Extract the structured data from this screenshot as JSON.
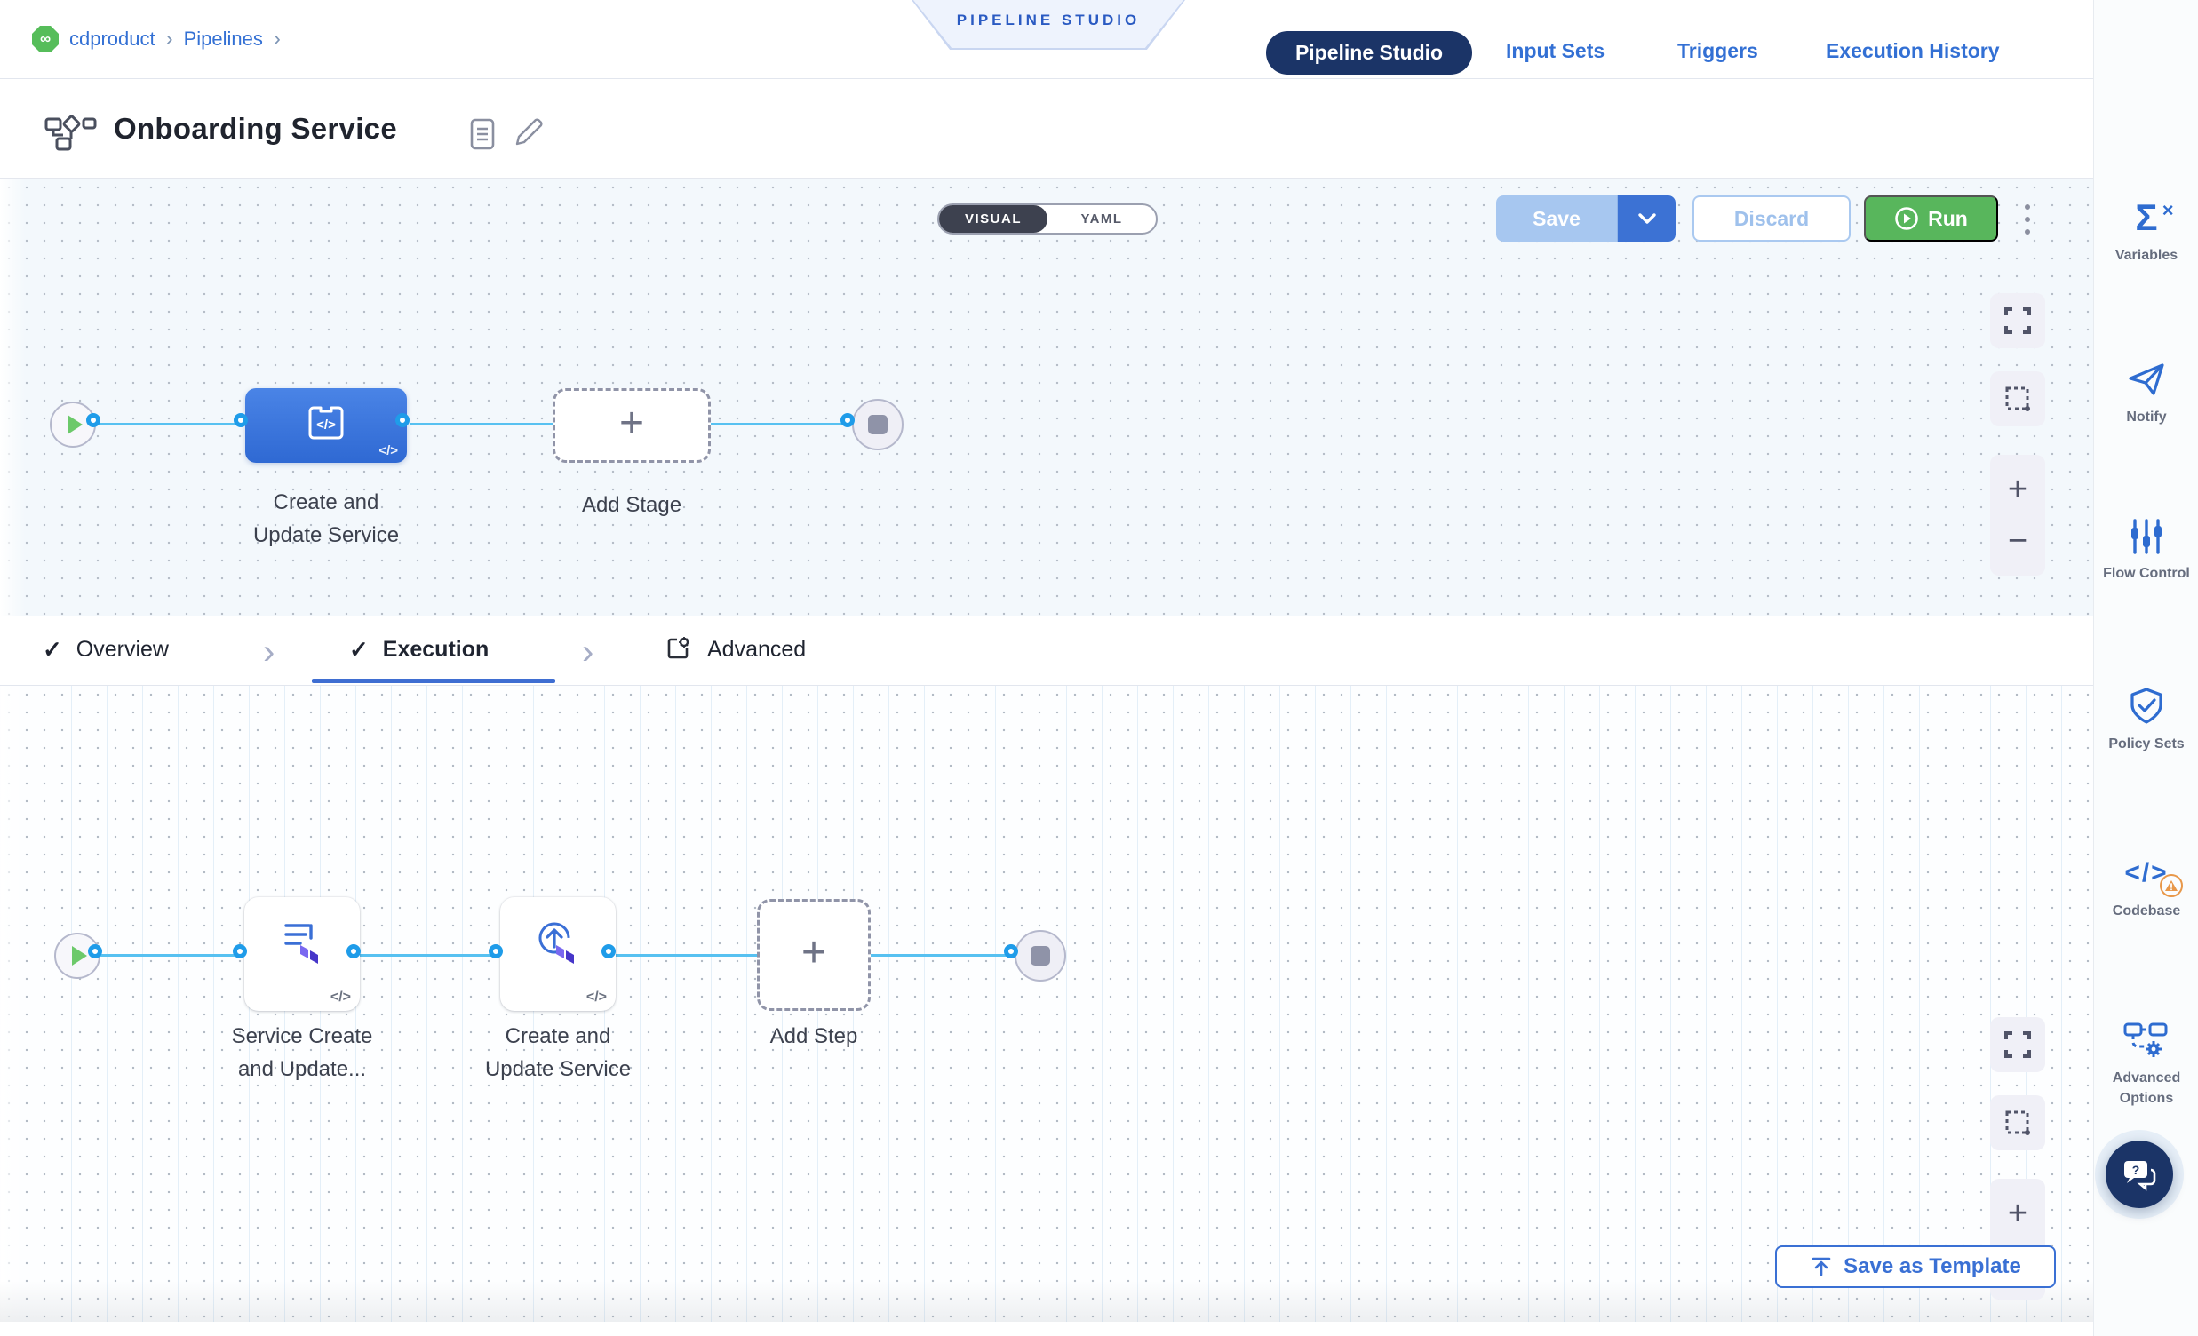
{
  "header": {
    "breadcrumb": {
      "items": [
        "cdproduct",
        "Pipelines"
      ],
      "separator": "›"
    },
    "banner": "PIPELINE STUDIO",
    "nav": [
      {
        "label": "Pipeline Studio",
        "active": true
      },
      {
        "label": "Input Sets",
        "active": false
      },
      {
        "label": "Triggers",
        "active": false
      },
      {
        "label": "Execution History",
        "active": false
      }
    ]
  },
  "toolbar": {
    "pipeline_name": "Onboarding Service",
    "view_toggle": {
      "options": [
        "VISUAL",
        "YAML"
      ],
      "selected": "VISUAL"
    },
    "save_label": "Save",
    "discard_label": "Discard",
    "run_label": "Run"
  },
  "stage_canvas": {
    "stage_label_line1": "Create and",
    "stage_label_line2": "Update Service",
    "add_stage_label": "Add Stage"
  },
  "execution_tabs": {
    "check_glyph": "✓",
    "separator": "›",
    "tabs": [
      {
        "label": "Overview",
        "checked": true,
        "active": false
      },
      {
        "label": "Execution",
        "checked": true,
        "active": true
      },
      {
        "label": "Advanced",
        "checked": false,
        "active": false
      }
    ],
    "save_as_template_label": "Save as Template"
  },
  "step_canvas": {
    "steps": [
      {
        "label_line1": "Service Create",
        "label_line2": "and Update..."
      },
      {
        "label_line1": "Create and",
        "label_line2": "Update Service"
      }
    ],
    "add_step_label": "Add Step"
  },
  "canvas_controls": {
    "zoom_in_glyph": "+",
    "zoom_out_glyph": "−"
  },
  "icons": {
    "code": "</>",
    "plus": "+",
    "sigma": "Σ",
    "sigma_x": "×",
    "logo": "∞"
  },
  "sidebar": {
    "items": [
      {
        "label": "Variables"
      },
      {
        "label": "Notify"
      },
      {
        "label": "Flow Control"
      },
      {
        "label": "Policy Sets"
      },
      {
        "label": "Codebase"
      },
      {
        "label": "Advanced Options"
      }
    ]
  },
  "colors": {
    "accent_blue": "#3370d4",
    "navy": "#1b3467",
    "run_green": "#58b65c",
    "connector_blue": "#57c1f1",
    "stage_blue": "#3b74dc",
    "canvas_bg": "#f3f8fc",
    "warning_orange": "#e8984a",
    "terraform_purple": "#5b4ee8"
  }
}
